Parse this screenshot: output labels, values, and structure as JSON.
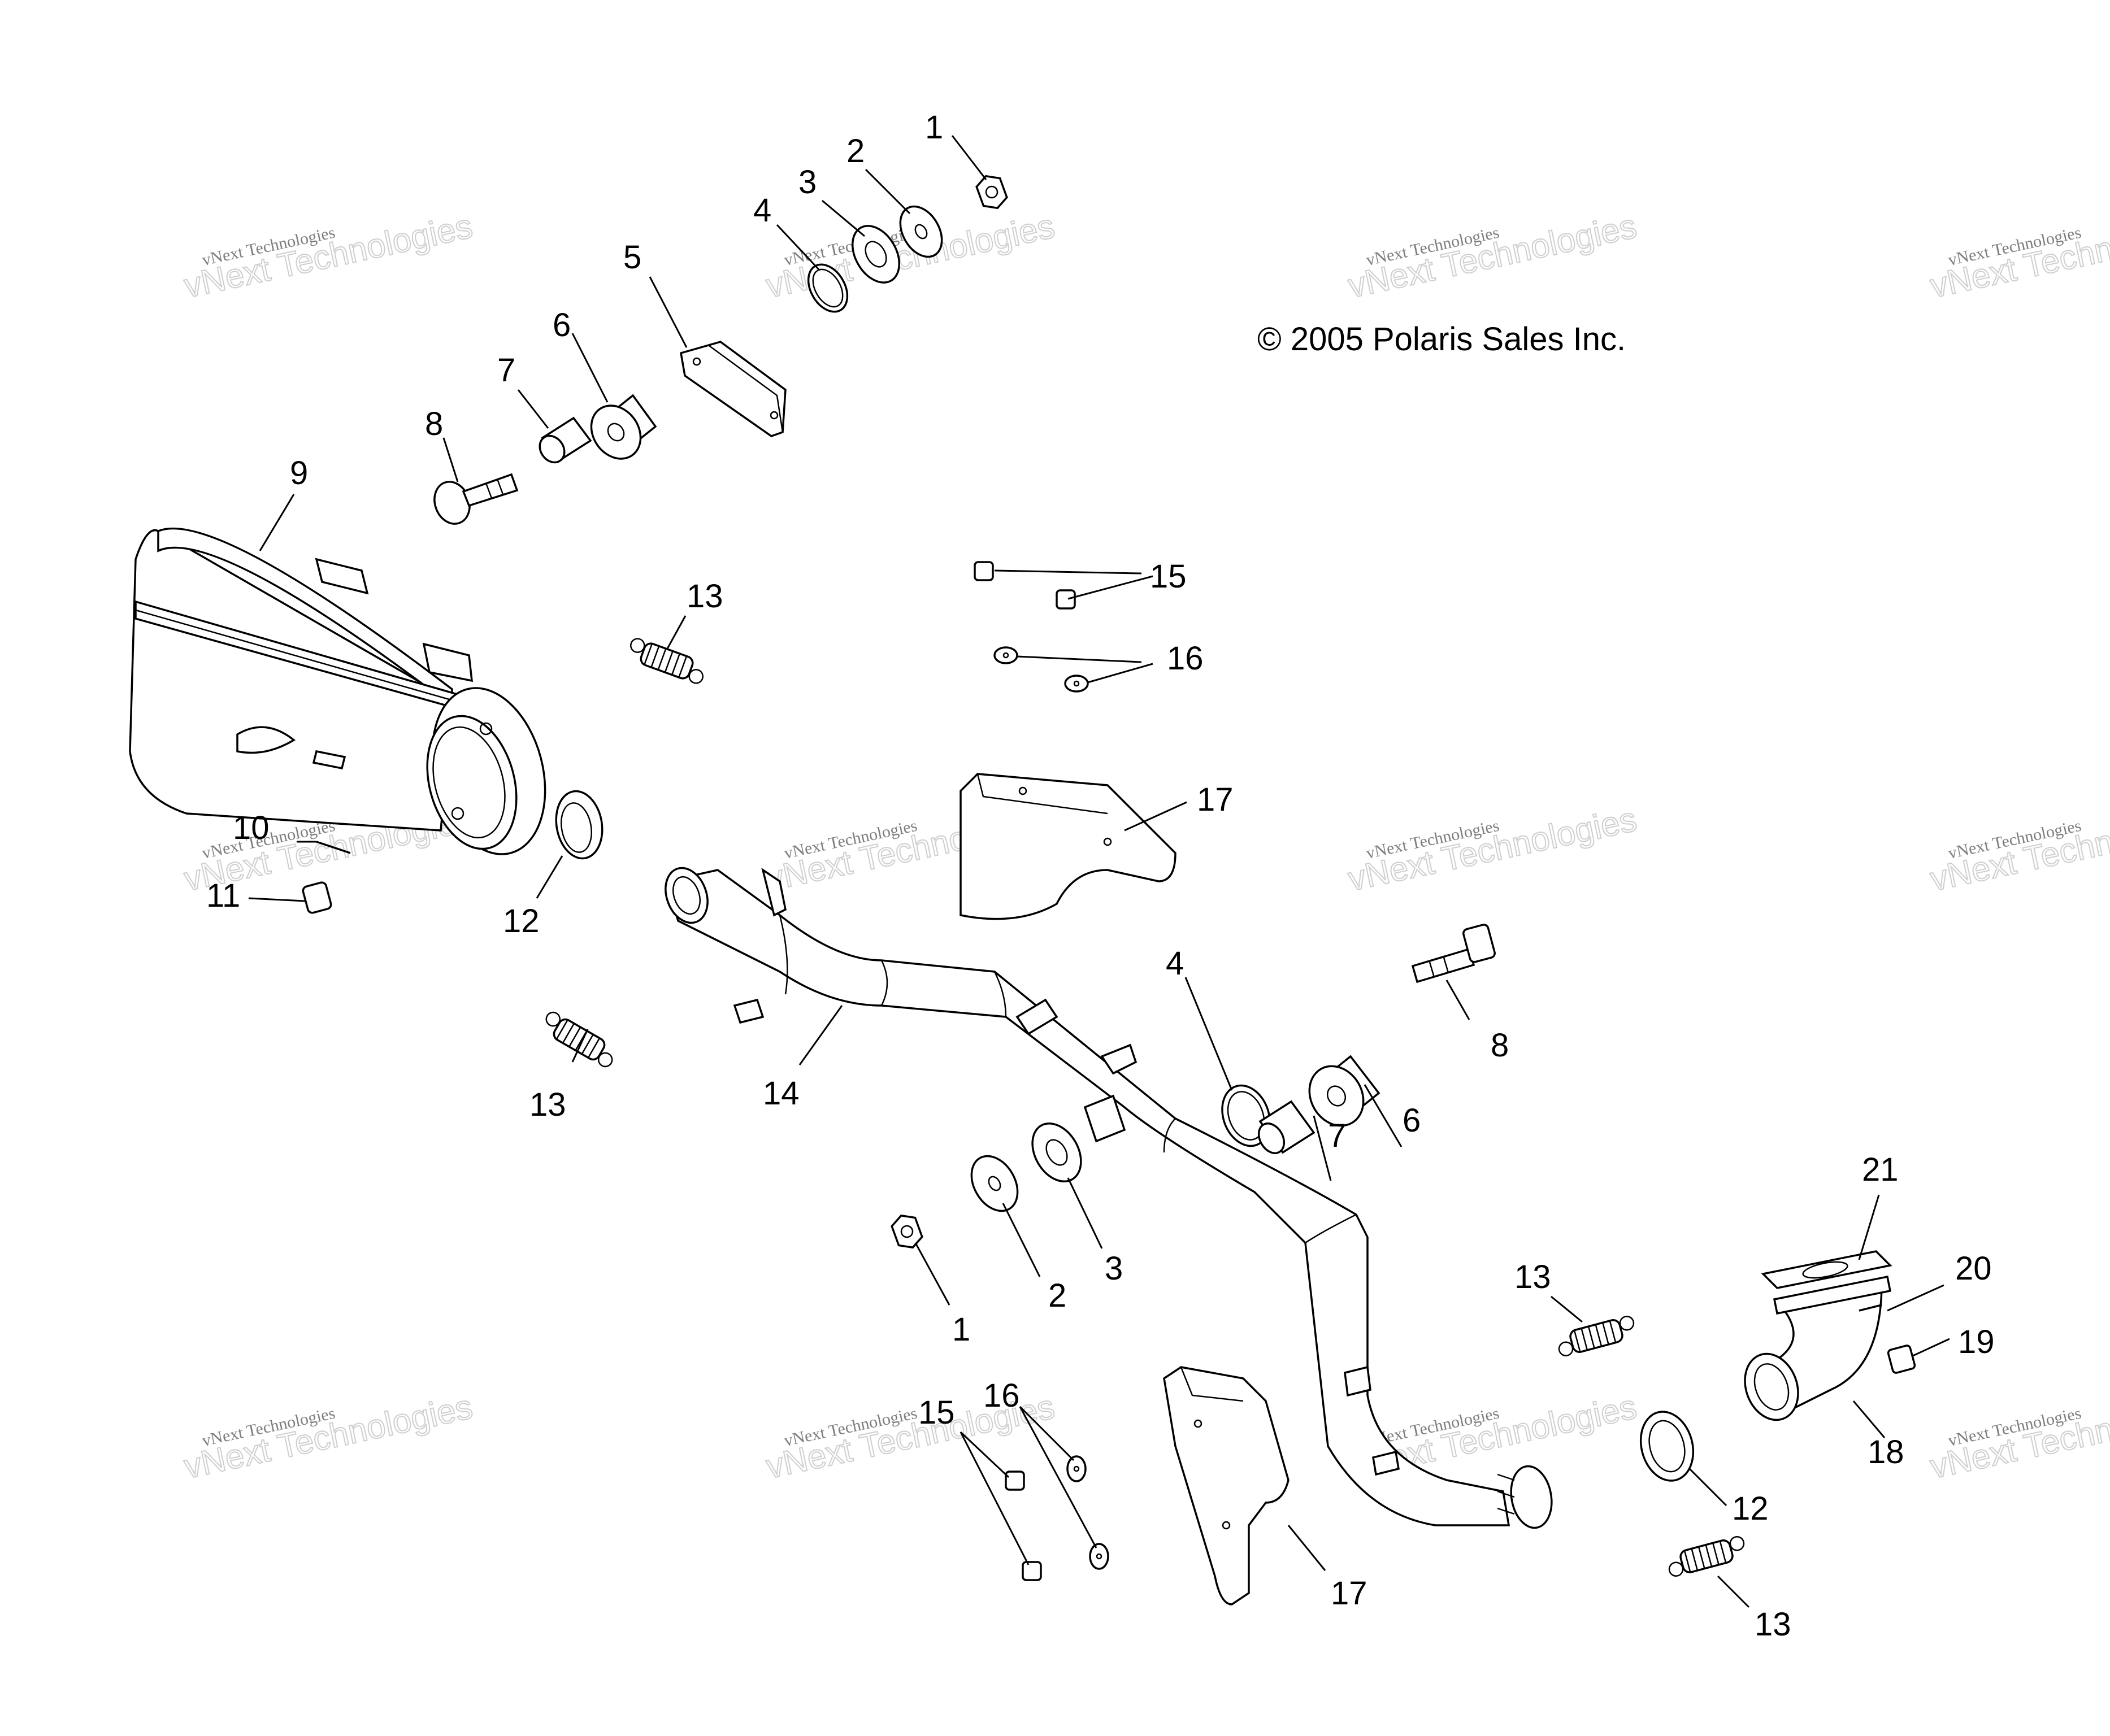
{
  "copyright": "© 2005 Polaris Sales Inc.",
  "watermark": {
    "line1": "vNext Technologies",
    "line2": "vNext\nTechnologies"
  },
  "callouts": {
    "c1a": "1",
    "c2a": "2",
    "c3a": "3",
    "c4a": "4",
    "c5": "5",
    "c6a": "6",
    "c7a": "7",
    "c8a": "8",
    "c9": "9",
    "c10": "10",
    "c11": "11",
    "c12a": "12",
    "c13a": "13",
    "c13b": "13",
    "c15a": "15",
    "c16a": "16",
    "c17a": "17",
    "c14": "14",
    "c4b": "4",
    "c8b": "8",
    "c7b": "7",
    "c6b": "6",
    "c1b": "1",
    "c2b": "2",
    "c3b": "3",
    "c13c": "13",
    "c21": "21",
    "c20": "20",
    "c19": "19",
    "c18": "18",
    "c12b": "12",
    "c13d": "13",
    "c15b": "15",
    "c16b": "16",
    "c17b": "17"
  }
}
